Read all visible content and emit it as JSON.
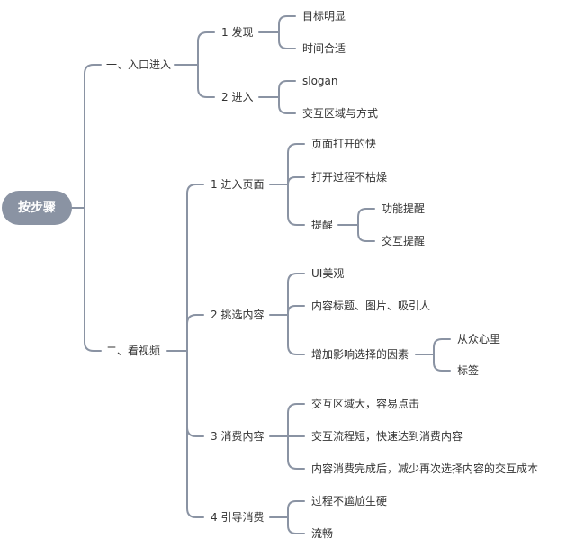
{
  "mindmap": {
    "root": "按步骤",
    "branch1": {
      "label": "一、入口进入",
      "discover": {
        "label": "1 发现",
        "items": [
          "目标明显",
          "时间合适"
        ]
      },
      "enter": {
        "label": "2 进入",
        "items": [
          "slogan",
          "交互区域与方式"
        ]
      }
    },
    "branch2": {
      "label": "二、看视频",
      "enter_page": {
        "label": "1 进入页面",
        "items": [
          "页面打开的快",
          "打开过程不枯燥"
        ],
        "remind": {
          "label": "提醒",
          "items": [
            "功能提醒",
            "交互提醒"
          ]
        }
      },
      "pick": {
        "label": "2 挑选内容",
        "items": [
          "UI美观",
          "内容标题、图片、吸引人"
        ],
        "factors": {
          "label": "增加影响选择的因素",
          "items": [
            "从众心里",
            "标签"
          ]
        }
      },
      "consume": {
        "label": "3 消费内容",
        "items": [
          "交互区域大，容易点击",
          "交互流程短，快速达到消费内容",
          "内容消费完成后，减少再次选择内容的交互成本"
        ]
      },
      "guide": {
        "label": "4 引导消费",
        "items": [
          "过程不尴尬生硬",
          "流畅"
        ]
      }
    }
  }
}
